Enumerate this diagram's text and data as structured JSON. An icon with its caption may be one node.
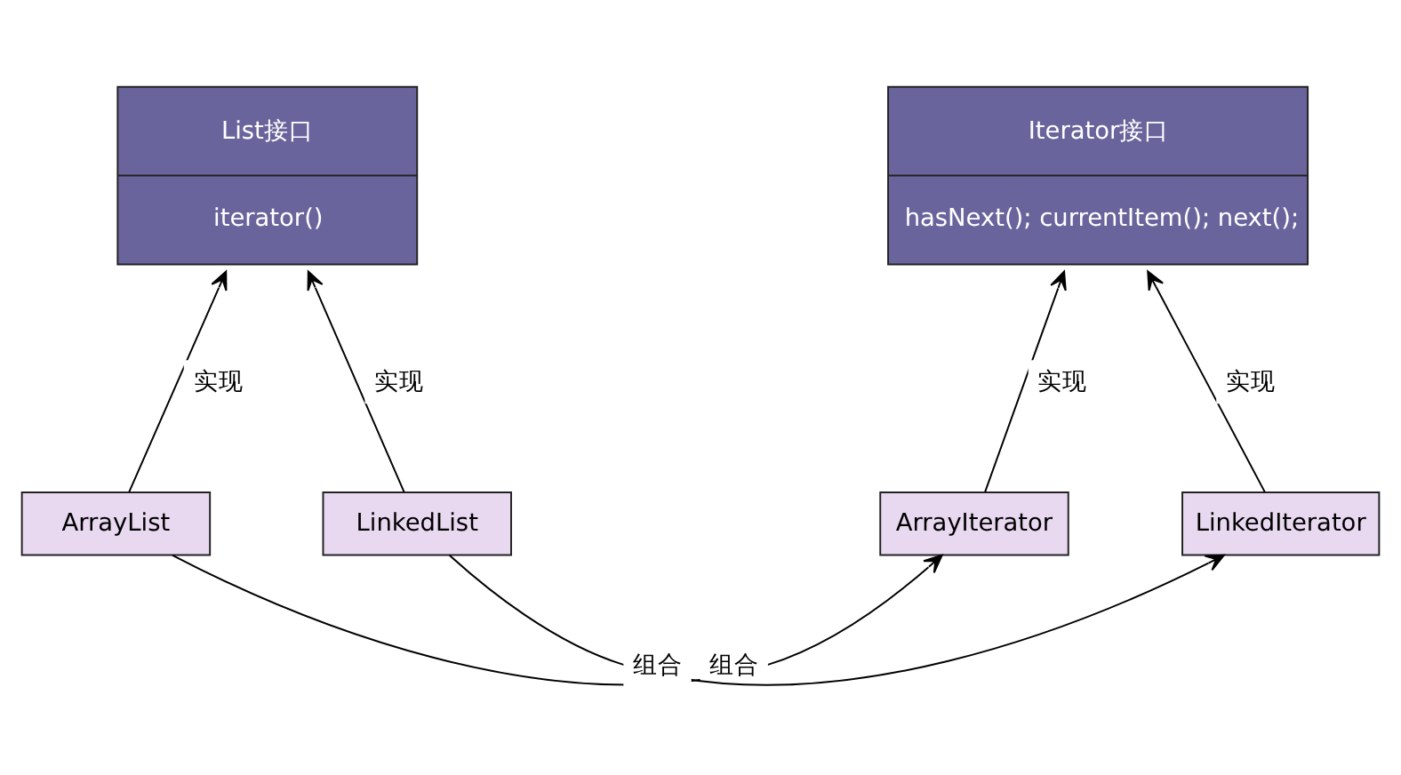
{
  "diagram": {
    "nodes": [
      {
        "text": [
          "List接口",
          "iterator()"
        ]
      },
      {
        "text": [
          "Iterator接口",
          "hasNext(); currentItem(); next();"
        ]
      },
      {
        "text": [
          "ArrayList"
        ]
      },
      {
        "text": [
          "LinkedList"
        ]
      },
      {
        "text": [
          "ArrayIterator"
        ]
      },
      {
        "text": [
          "LinkedIterator"
        ]
      }
    ],
    "edges": [
      {
        "from": 2,
        "to": 0,
        "arrow": "to",
        "label": "实现"
      },
      {
        "from": 3,
        "to": 0,
        "arrow": "to",
        "label": "实现"
      },
      {
        "from": 4,
        "to": 1,
        "arrow": "to",
        "label": "实现"
      },
      {
        "from": 5,
        "to": 1,
        "arrow": "to",
        "label": "实现"
      },
      {
        "from": 2,
        "to": 4,
        "arrow": "to",
        "label": "组合"
      },
      {
        "from": 3,
        "to": 5,
        "arrow": "to",
        "label": "组合"
      }
    ]
  }
}
